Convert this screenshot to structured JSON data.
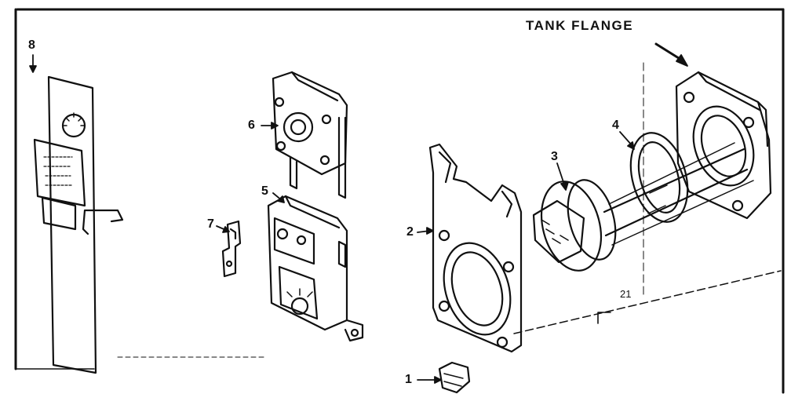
{
  "diagram": {
    "title": "TANK  FLANGE",
    "callouts": {
      "c1": "1",
      "c2": "2",
      "c3": "3",
      "c4": "4",
      "c5": "5",
      "c6": "6",
      "c7": "7",
      "c8": "8"
    },
    "stray_mark": "21"
  },
  "style": {
    "ink": "#111111",
    "paper": "#ffffff"
  }
}
